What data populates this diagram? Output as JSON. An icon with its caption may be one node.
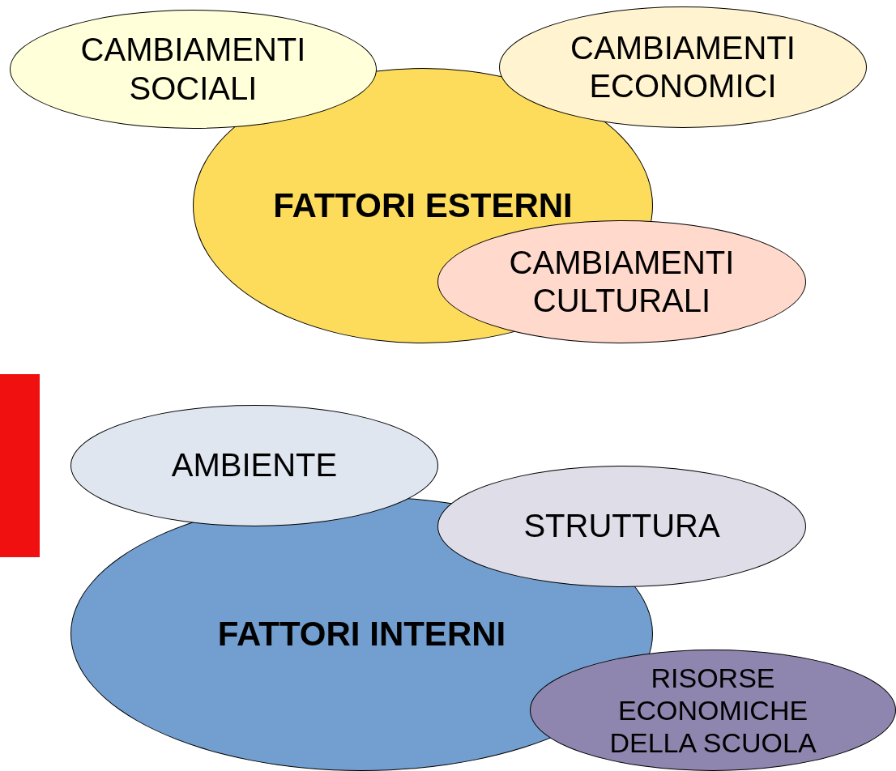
{
  "diagram": {
    "nodes": [
      {
        "text": [
          "CAMBIAMENTI SOCIALI"
        ]
      },
      {
        "text": [
          "CAMBIAMENTI ECONOMICI"
        ]
      },
      {
        "text": [
          "FATTORI ESTERNI"
        ]
      },
      {
        "text": [
          "CAMBIAMENTI CULTURALI"
        ]
      },
      {
        "text": [
          "AMBIENTE"
        ]
      },
      {
        "text": [
          "STRUTTURA"
        ]
      },
      {
        "text": [
          "FATTORI INTERNI"
        ]
      },
      {
        "text": [
          "RISORSE ECONOMICHE DELLA SCUOLA"
        ]
      }
    ]
  }
}
